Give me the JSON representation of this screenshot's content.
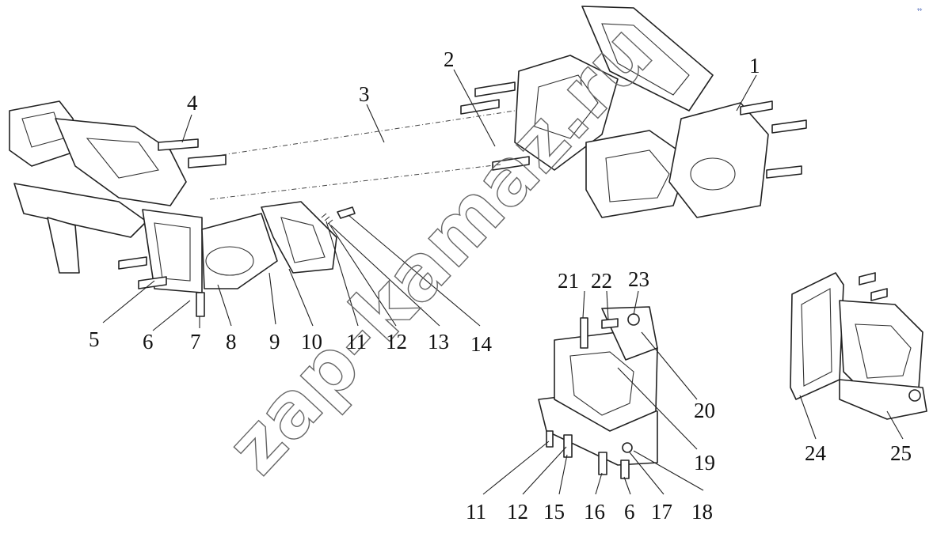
{
  "watermark": "zap-kamaz.ru",
  "corner_mark": "ﮩﮩ",
  "callouts": {
    "c1": "1",
    "c2": "2",
    "c3": "3",
    "c4": "4",
    "c5": "5",
    "c6": "6",
    "c7": "7",
    "c8": "8",
    "c9": "9",
    "c10": "10",
    "c11": "11",
    "c12": "12",
    "c13": "13",
    "c14": "14",
    "c21": "21",
    "c22": "22",
    "c23": "23",
    "c20": "20",
    "c19": "19",
    "c11b": "11",
    "c12b": "12",
    "c15": "15",
    "c16": "16",
    "c6b": "6",
    "c17": "17",
    "c18": "18",
    "c24": "24",
    "c25": "25"
  }
}
